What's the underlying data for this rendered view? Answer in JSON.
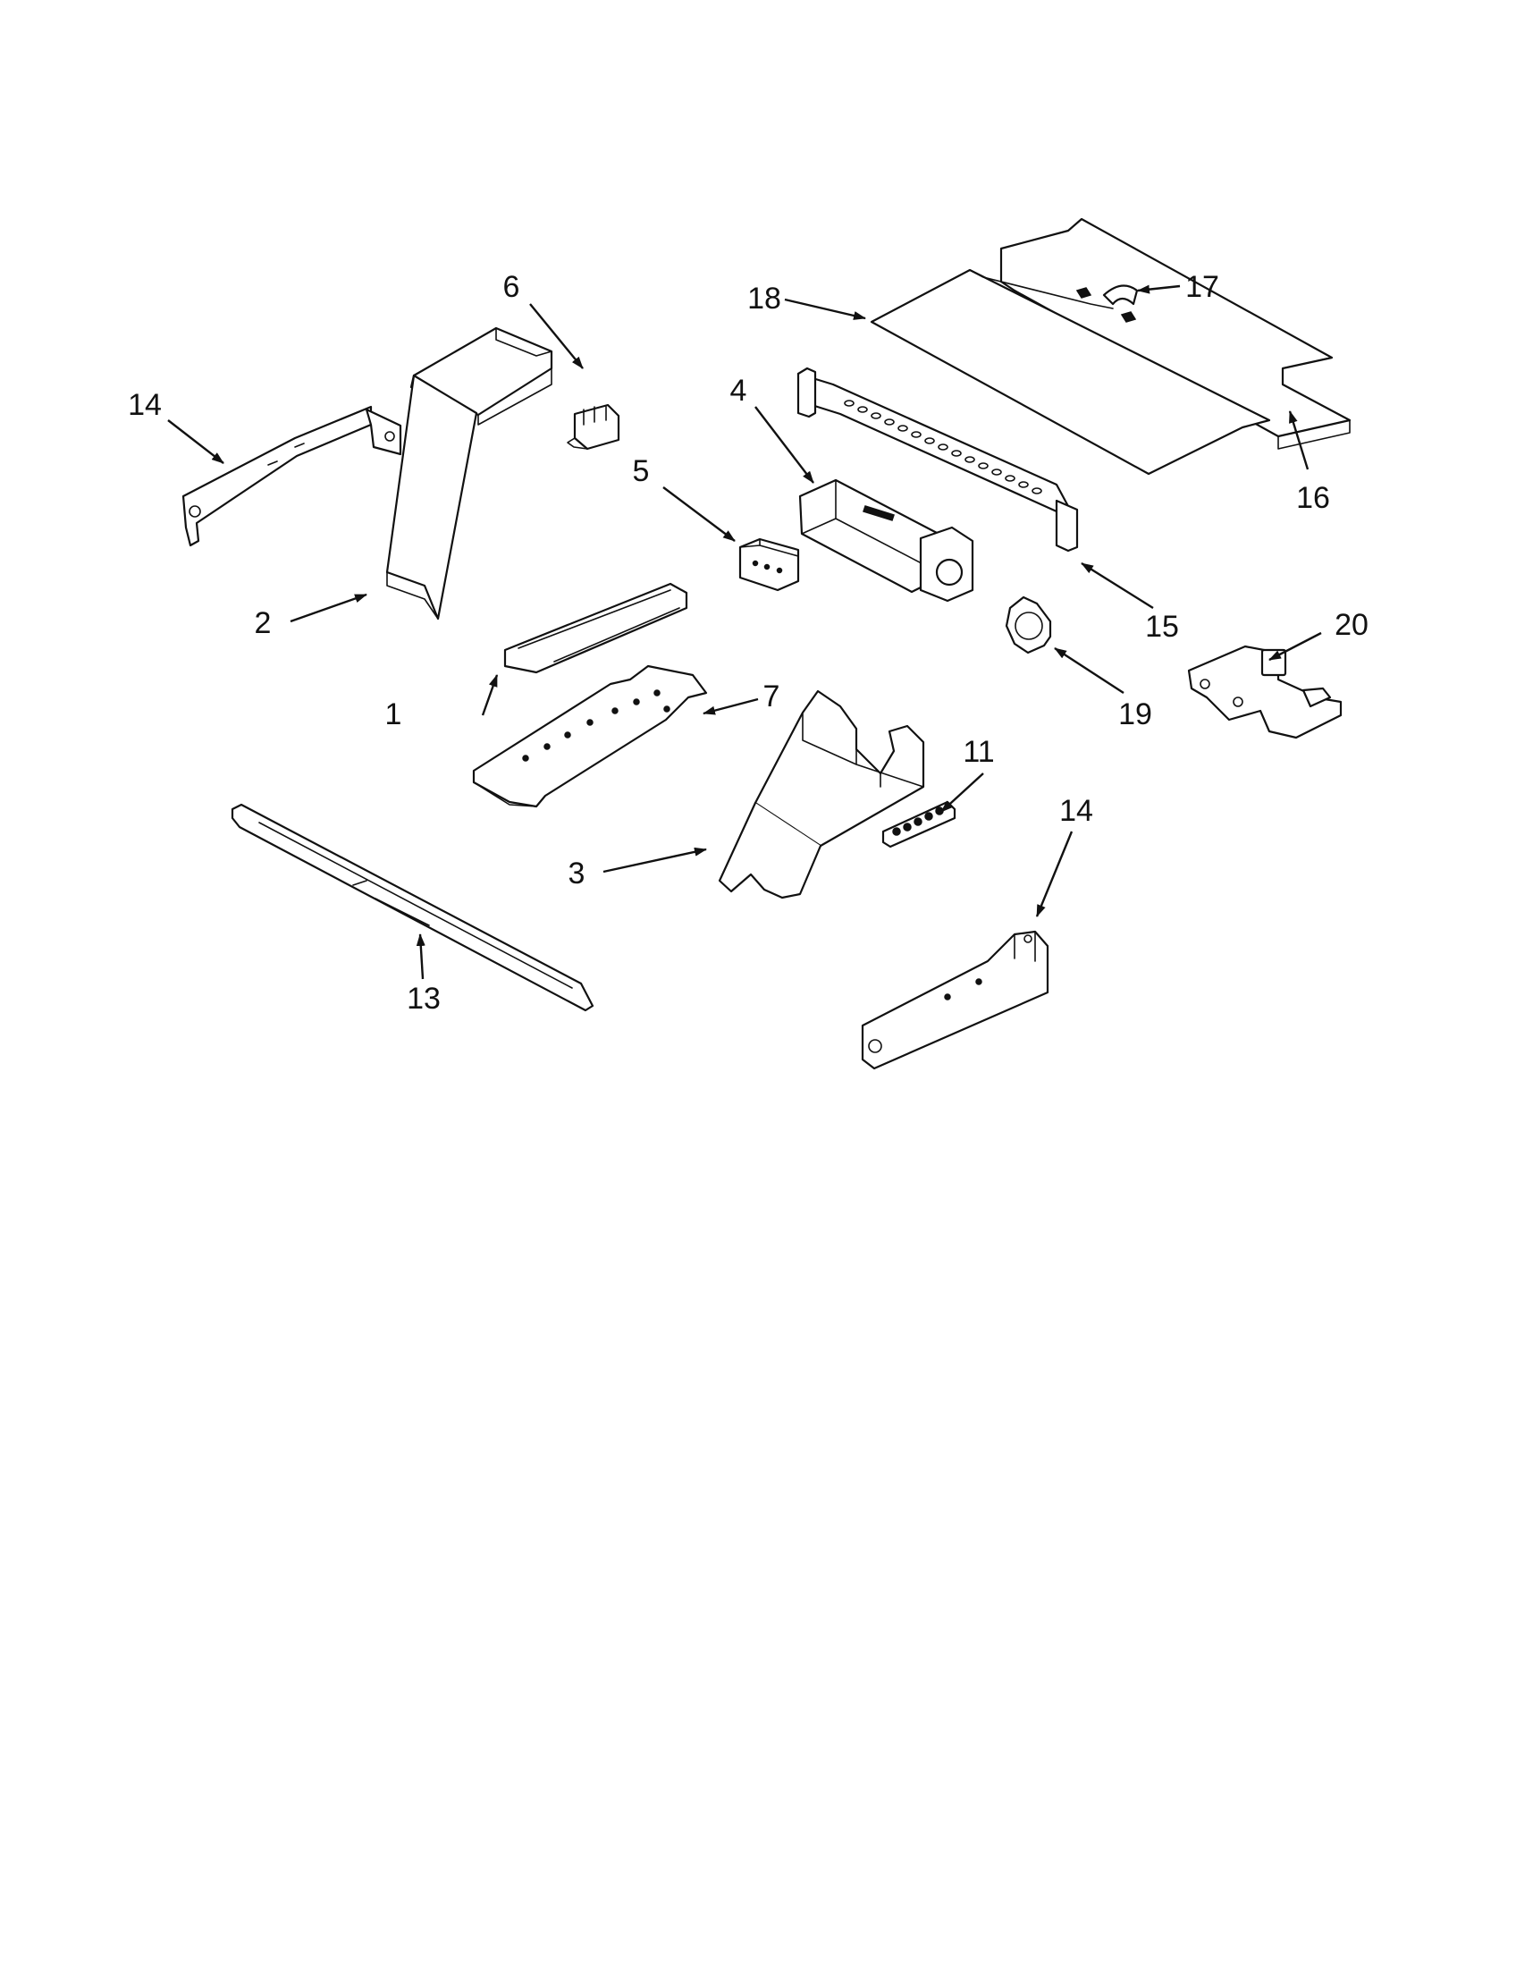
{
  "callouts": {
    "c1": "1",
    "c2": "2",
    "c3": "3",
    "c4": "4",
    "c5": "5",
    "c6": "6",
    "c7": "7",
    "c11": "11",
    "c13": "13",
    "c14a": "14",
    "c14b": "14",
    "c15": "15",
    "c16": "16",
    "c17": "17",
    "c18": "18",
    "c19": "19",
    "c20": "20"
  }
}
